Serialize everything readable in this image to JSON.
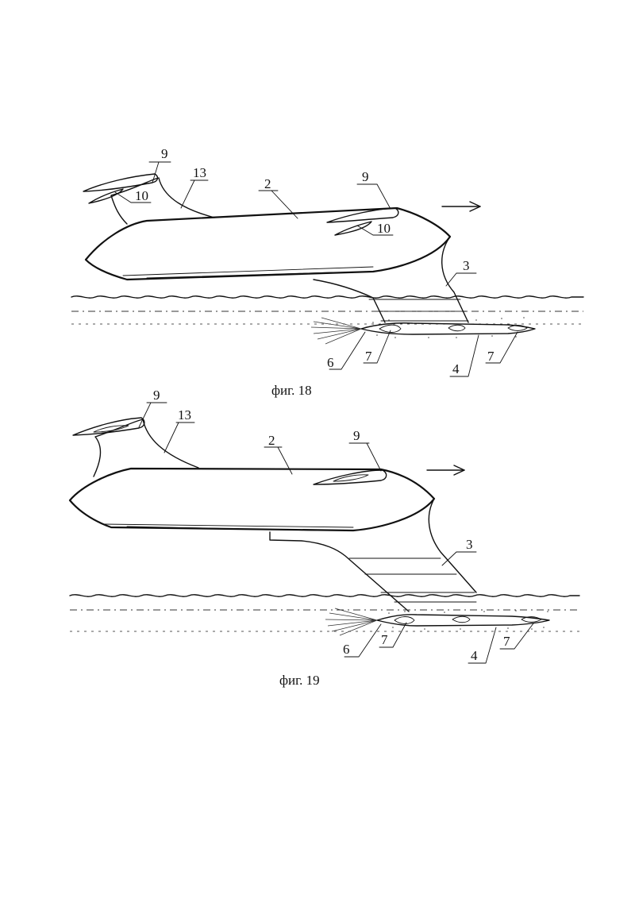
{
  "figures": [
    {
      "caption": "фиг. 18",
      "labels": [
        "9",
        "13",
        "10",
        "2",
        "9",
        "10",
        "3",
        "6",
        "7",
        "4",
        "7"
      ]
    },
    {
      "caption": "фиг. 19",
      "labels": [
        "9",
        "13",
        "2",
        "9",
        "3",
        "6",
        "7",
        "4",
        "7"
      ]
    }
  ],
  "icons": [
    "direction-arrow-icon"
  ]
}
